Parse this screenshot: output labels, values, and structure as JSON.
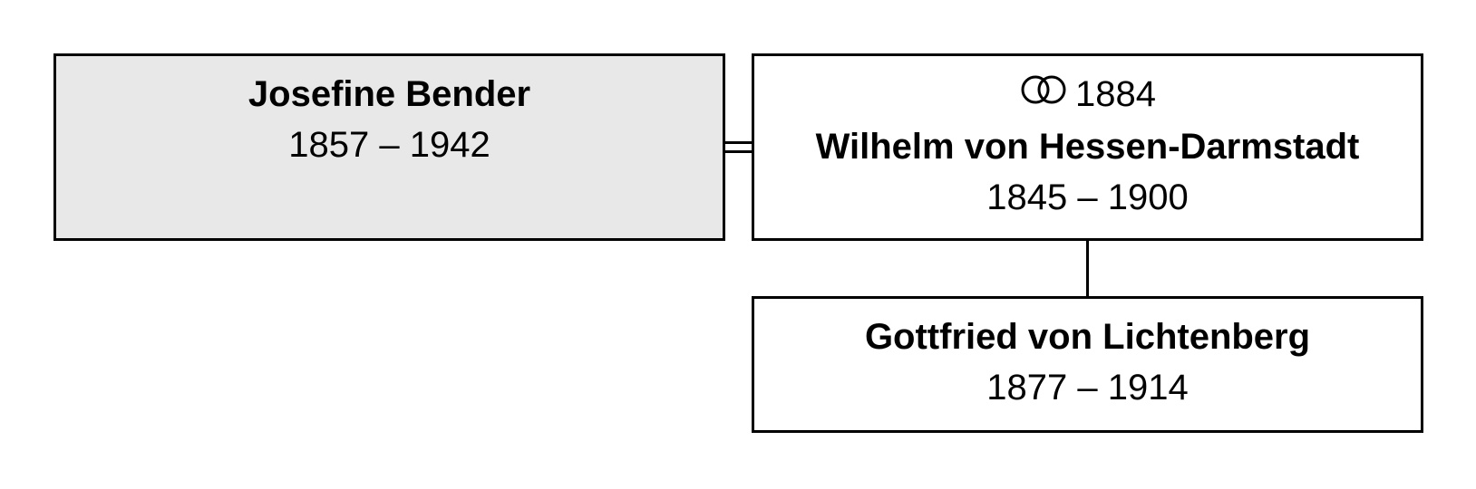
{
  "persons": {
    "josefine": {
      "name": "Josefine Bender",
      "dates": "1857 – 1942"
    },
    "wilhelm": {
      "marriage_year": "1884",
      "name": "Wilhelm von Hessen-Darmstadt",
      "dates": "1845 – 1900"
    },
    "gottfried": {
      "name": "Gottfried von Lichtenberg",
      "dates": "1877 – 1914"
    }
  },
  "colors": {
    "highlight_box": "#e8e8e8",
    "box": "#ffffff",
    "line": "#000000"
  },
  "icons": {
    "marriage": "marriage-rings-icon"
  }
}
